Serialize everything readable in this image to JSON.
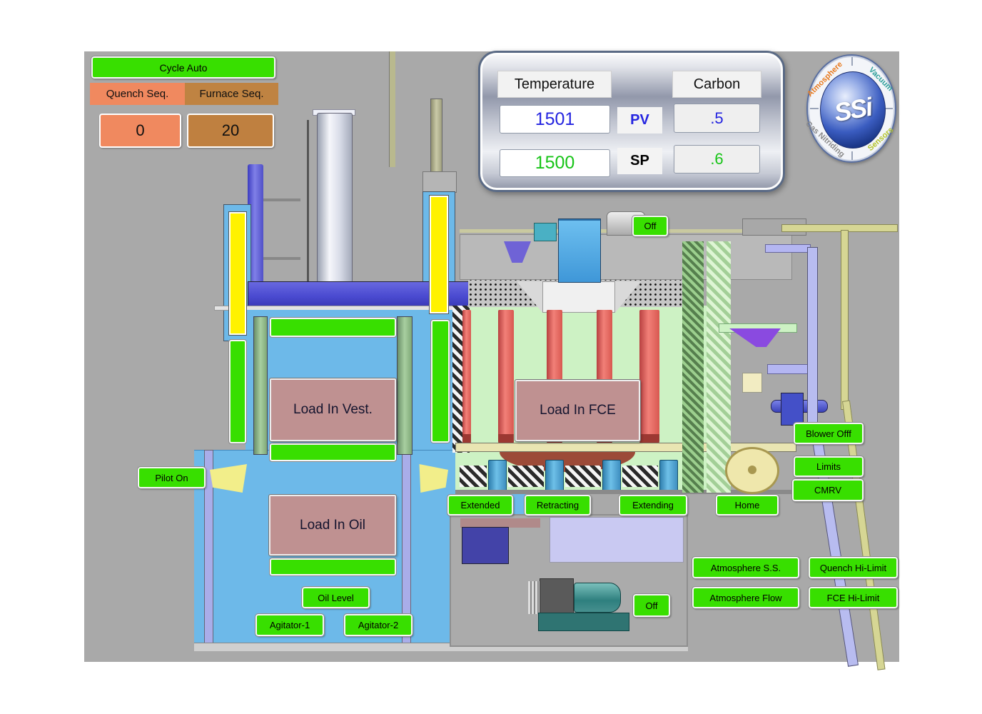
{
  "sequence": {
    "cycle_mode": "Cycle Auto",
    "quench_label": "Quench Seq.",
    "furnace_label": "Furnace Seq.",
    "quench_value": "0",
    "furnace_value": "20"
  },
  "process": {
    "temperature_label": "Temperature",
    "carbon_label": "Carbon",
    "pv_label": "PV",
    "sp_label": "SP",
    "temperature_pv": "1501",
    "temperature_sp": "1500",
    "carbon_pv": ".5",
    "carbon_sp": ".6"
  },
  "logo": {
    "center_text": "SSi",
    "arc_top_left": "Atmosphere",
    "arc_top_right": "Vacuum",
    "arc_bottom_left": "Gas Nitriding",
    "arc_bottom_right": "Sensors"
  },
  "buttons": {
    "furnace_fan": "Off",
    "pilot": "Pilot On",
    "blower": "Blower Offf",
    "limits": "Limits",
    "cmrv": "CMRV",
    "elevator_extended": "Extended",
    "elevator_retracting": "Retracting",
    "elevator_extending": "Extending",
    "elevator_home": "Home",
    "atmosphere_ss": "Atmosphere S.S.",
    "atmosphere_flow": "Atmosphere Flow",
    "quench_hi_limit": "Quench Hi-Limit",
    "fce_hi_limit": "FCE Hi-Limit",
    "oil_level": "Oil Level",
    "agitator_1": "Agitator-1",
    "agitator_2": "Agitator-2",
    "oil_pump": "Off",
    "load_in_vest": "Load In Vest.",
    "load_in_fce": "Load In FCE",
    "load_in_oil": "Load In Oil"
  },
  "colors": {
    "panel_gray": "#a9a9a9",
    "status_green": "#38df00",
    "quench_salmon": "#f0895f",
    "furnace_tan": "#bf8342",
    "load_mauve": "#bf9191",
    "pv_blue": "#2424e0",
    "sp_green": "#17c417",
    "tank_blue": "#6db9e9",
    "furnace_green": "#cdf2c4",
    "tube_red": "#e4635b",
    "lift_yellow": "#fff200",
    "beam_blue": "#5555d2"
  }
}
